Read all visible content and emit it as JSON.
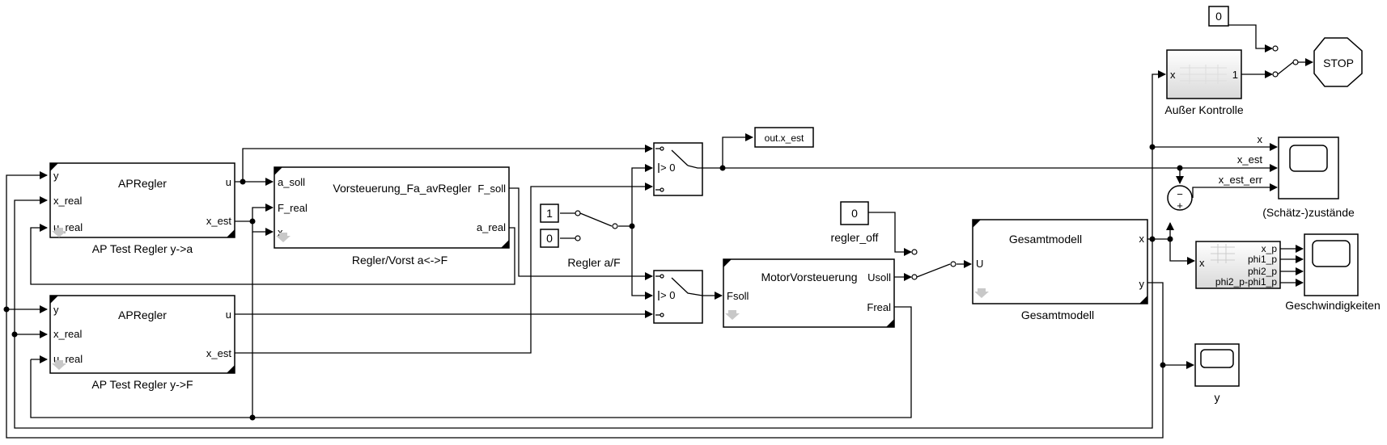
{
  "blocks": {
    "ap_regler_a": {
      "title": "APRegler",
      "caption": "AP Test Regler y->a",
      "in": [
        "y",
        "x_real",
        "u_real"
      ],
      "out": [
        "u",
        "x_est"
      ]
    },
    "ap_regler_f": {
      "title": "APRegler",
      "caption": "AP Test Regler y->F",
      "in": [
        "y",
        "x_real",
        "u_real"
      ],
      "out": [
        "u",
        "x_est"
      ]
    },
    "vorsteuerung": {
      "title": "Vorsteuerung_Fa_avRegler",
      "caption": "Regler/Vorst a<->F",
      "in": [
        "a_soll",
        "F_real",
        "x"
      ],
      "out": [
        "F_soll",
        "a_real"
      ]
    },
    "out_x_est": {
      "label": "out.x_est"
    },
    "switch_upper": {
      "label": "> 0"
    },
    "switch_lower": {
      "label": "> 0"
    },
    "const_1": {
      "value": "1"
    },
    "const_0": {
      "value": "0"
    },
    "regler_af": {
      "caption": "Regler a/F"
    },
    "motor": {
      "title": "MotorVorsteuerung",
      "in": [
        "Fsoll"
      ],
      "out": [
        "Usoll",
        "Freal"
      ]
    },
    "regler_off": {
      "value": "0",
      "caption": "regler_off"
    },
    "gesamt": {
      "title": "Gesamtmodell",
      "caption": "Gesamtmodell",
      "in": [
        "U"
      ],
      "out": [
        "x",
        "y"
      ]
    },
    "ausser": {
      "value": "0",
      "in": "x",
      "out": "1",
      "caption": "Außer Kontrolle"
    },
    "stop": {
      "label": "STOP"
    },
    "sum": {
      "minus": "−",
      "plus": "+"
    },
    "scope_states": {
      "caption": "(Schätz-)zustände",
      "signals": [
        "x",
        "x_est",
        "x_est_err"
      ]
    },
    "demux": {
      "in": "x",
      "out": [
        "x_p",
        "phi1_p",
        "phi2_p",
        "phi2_p-phi1_p"
      ]
    },
    "scope_speed": {
      "caption": "Geschwindigkeiten"
    },
    "scope_y": {
      "caption": "y"
    }
  },
  "colors": {
    "line": "#000000",
    "block_fill": "#ffffff",
    "grad_top": "#ffffff",
    "grad_bottom": "#d9d9d9"
  }
}
